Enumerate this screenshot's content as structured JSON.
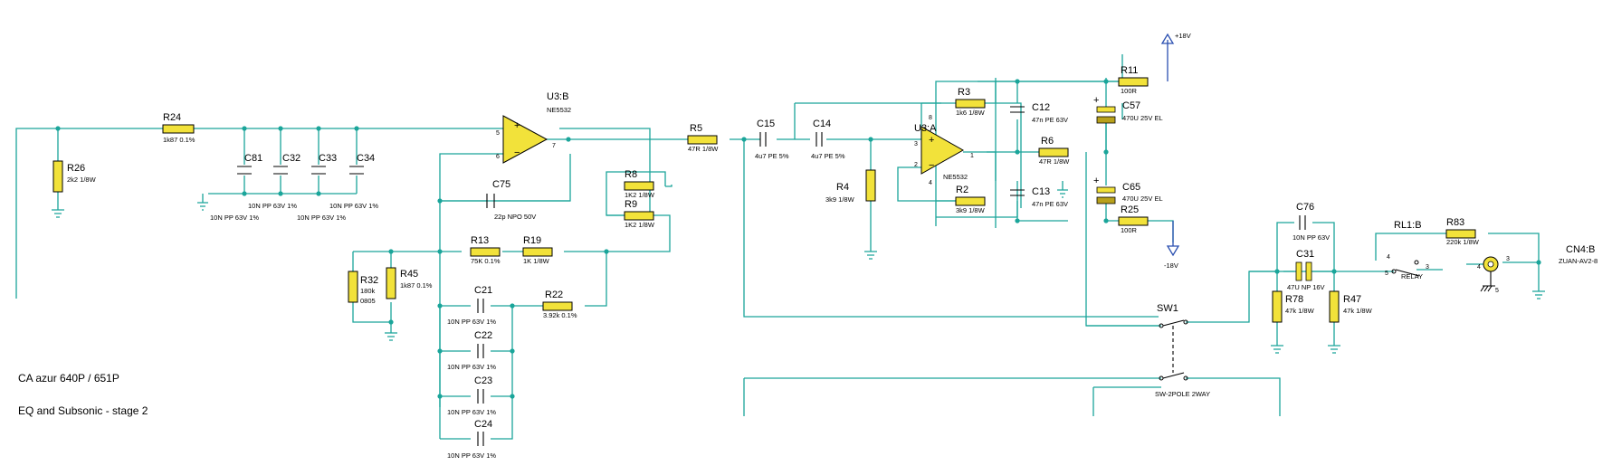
{
  "notes": {
    "line1": "CA azur 640P / 651P",
    "line2": "EQ and Subsonic - stage 2"
  },
  "rails": {
    "pos": "+18V",
    "neg": "-18V"
  },
  "opamps": {
    "u3b": {
      "ref": "U3:B",
      "part": "NE5532",
      "pin_plus": "5",
      "pin_minus": "6",
      "pin_out": "7",
      "sign_plus": "+",
      "sign_minus": "−"
    },
    "u3a": {
      "ref": "U3:A",
      "part": "NE5532",
      "pin_plus": "3",
      "pin_minus": "2",
      "pin_out": "1",
      "pin_v8": "8",
      "pin_v4": "4",
      "sign_plus": "+",
      "sign_minus": "−"
    }
  },
  "resistors": {
    "r24": {
      "ref": "R24",
      "val": "1k87 0.1%"
    },
    "r26": {
      "ref": "R26",
      "val": "2k2 1/8W"
    },
    "r8": {
      "ref": "R8",
      "val": "1K2 1/8W"
    },
    "r9": {
      "ref": "R9",
      "val": "1K2 1/8W"
    },
    "r5": {
      "ref": "R5",
      "val": "47R 1/8W"
    },
    "r13": {
      "ref": "R13",
      "val": "75K 0.1%"
    },
    "r19": {
      "ref": "R19",
      "val": "1K 1/8W"
    },
    "r32": {
      "ref": "R32",
      "val": "180k",
      "val2": "0805"
    },
    "r45": {
      "ref": "R45",
      "val": "1k87 0.1%"
    },
    "r22": {
      "ref": "R22",
      "val": "3.92k 0.1%"
    },
    "r4": {
      "ref": "R4",
      "val": "3k9 1/8W"
    },
    "r3": {
      "ref": "R3",
      "val": "1k6 1/8W"
    },
    "r2": {
      "ref": "R2",
      "val": "3k9 1/8W"
    },
    "r6": {
      "ref": "R6",
      "val": "47R 1/8W"
    },
    "r11": {
      "ref": "R11",
      "val": "100R"
    },
    "r25": {
      "ref": "R25",
      "val": "100R"
    },
    "r78": {
      "ref": "R78",
      "val": "47k 1/8W"
    },
    "r47": {
      "ref": "R47",
      "val": "47k 1/8W"
    },
    "r83": {
      "ref": "R83",
      "val": "220k 1/8W"
    }
  },
  "capacitors": {
    "c81": {
      "ref": "C81",
      "val": "10N PP 63V 1%"
    },
    "c32": {
      "ref": "C32",
      "val": "10N PP 63V 1%"
    },
    "c33": {
      "ref": "C33",
      "val": "10N PP 63V 1%"
    },
    "c34": {
      "ref": "C34",
      "val": "10N PP 63V 1%"
    },
    "c75": {
      "ref": "C75",
      "val": "22p NPO 50V"
    },
    "c21": {
      "ref": "C21",
      "val": "10N PP 63V 1%"
    },
    "c22": {
      "ref": "C22",
      "val": "10N PP 63V 1%"
    },
    "c23": {
      "ref": "C23",
      "val": "10N PP 63V 1%"
    },
    "c24": {
      "ref": "C24",
      "val": "10N PP 63V 1%"
    },
    "c15": {
      "ref": "C15",
      "val": "4u7 PE 5%"
    },
    "c14": {
      "ref": "C14",
      "val": "4u7 PE 5%"
    },
    "c12": {
      "ref": "C12",
      "val": "47n PE 63V"
    },
    "c13": {
      "ref": "C13",
      "val": "47n PE 63V"
    },
    "c57": {
      "ref": "C57",
      "val": "470U 25V EL",
      "sign": "+"
    },
    "c65": {
      "ref": "C65",
      "val": "470U 25V EL",
      "sign": "+"
    },
    "c76": {
      "ref": "C76",
      "val": "10N PP 63V"
    },
    "c31": {
      "ref": "C31",
      "val": "47U NP 16V"
    }
  },
  "switch": {
    "ref": "SW1",
    "part": "SW-2POLE 2WAY"
  },
  "relay": {
    "ref": "RL1:B",
    "part": "RELAY",
    "pin4": "4",
    "pin5": "5",
    "pin3": "3"
  },
  "connector": {
    "ref": "CN4:B",
    "part": "ZUAN-AV2-8",
    "pin4": "4",
    "pin3": "3",
    "pin5": "5"
  }
}
